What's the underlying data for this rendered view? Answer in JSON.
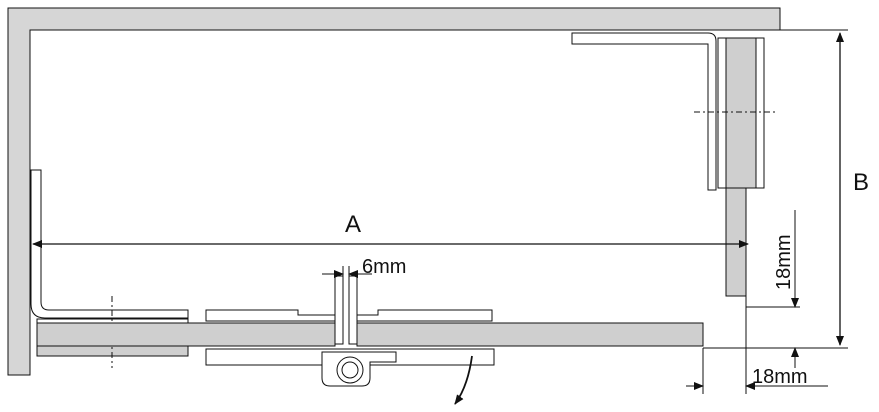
{
  "labels": {
    "dim_a": "A",
    "dim_b": "B",
    "gap_6mm": "6mm",
    "thickness_vertical": "18mm",
    "thickness_bottom": "18mm"
  },
  "colors": {
    "wall": "#d6d6d6",
    "panel": "#cfcfcf",
    "line": "#111111",
    "background": "#ffffff"
  }
}
